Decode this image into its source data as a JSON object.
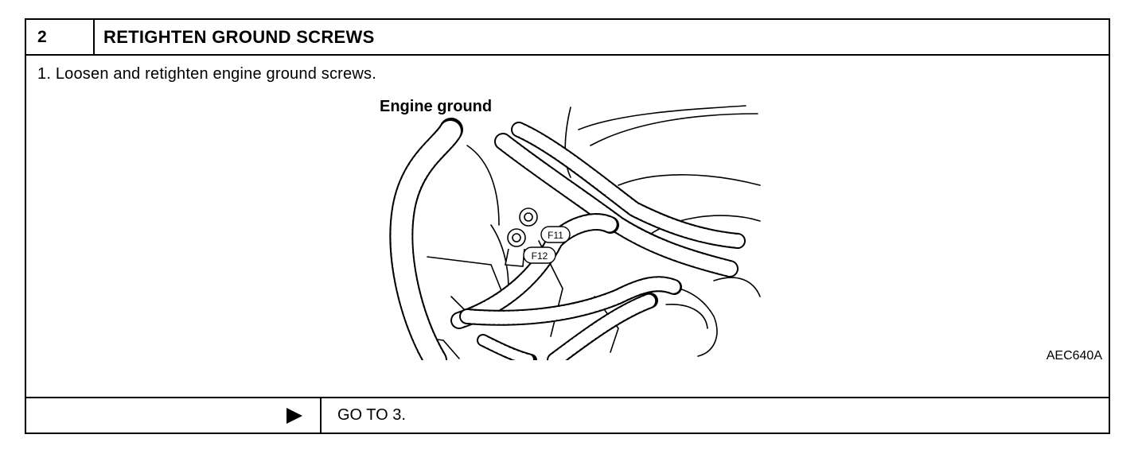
{
  "header": {
    "step_number": "2",
    "title": "RETIGHTEN GROUND SCREWS"
  },
  "body": {
    "instruction": "1. Loosen and retighten engine ground screws.",
    "figure": {
      "title": "Engine ground",
      "callout_a": "F11",
      "callout_b": "F12",
      "code": "AEC640A"
    }
  },
  "footer": {
    "action_icon": "triangle-right-icon",
    "action": "GO TO 3."
  }
}
